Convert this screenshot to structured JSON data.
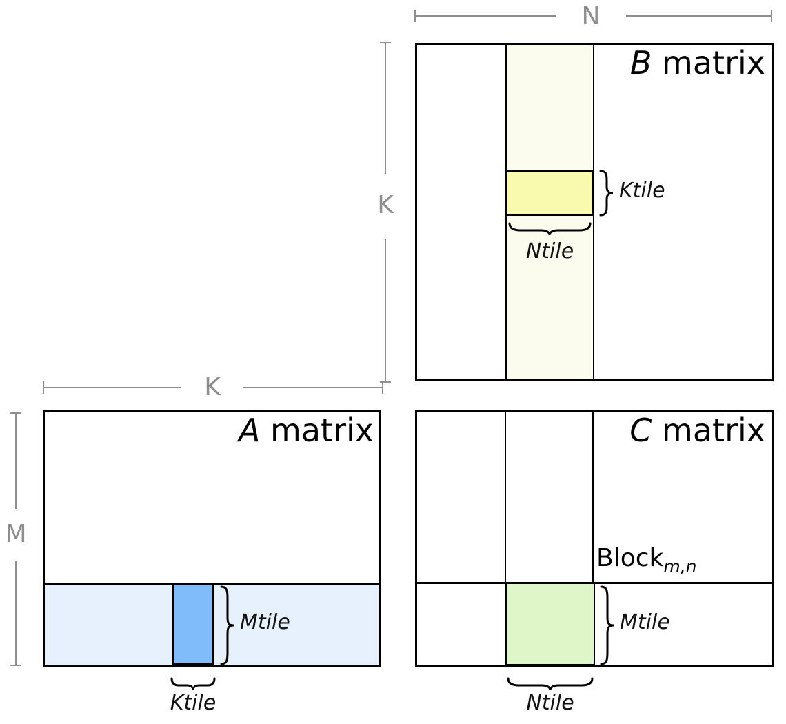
{
  "matrices": {
    "b": {
      "title_letter": "B",
      "title_word": "matrix",
      "ktile_label": "Ktile",
      "ntile_label": "Ntile"
    },
    "a": {
      "title_letter": "A",
      "title_word": "matrix",
      "mtile_label": "Mtile",
      "ktile_label": "Ktile"
    },
    "c": {
      "title_letter": "C",
      "title_word": "matrix",
      "block_label": "Block",
      "block_subscript": "m,n",
      "mtile_label": "Mtile",
      "ntile_label": "Ntile"
    }
  },
  "dimension_labels": {
    "b_width": "N",
    "b_height": "K",
    "a_width": "K",
    "a_height": "M"
  },
  "colors": {
    "b_column_strip": "#FCFCEE",
    "b_ktile_tile": "#FAFAAE",
    "a_row_strip": "#E7F1FD",
    "a_mtile_tile": "#80BDF8",
    "c_block_tile": "#DFF7C8",
    "dimension_gray": "#8E8E8E",
    "line_black": "#000000"
  }
}
